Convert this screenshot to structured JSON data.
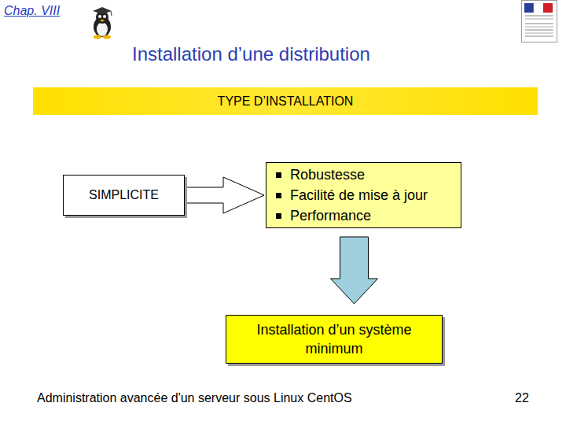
{
  "diagram": {
    "title": "Installation d’une distribution",
    "nodes": [
      {
        "text": [
          "TYPE D’INSTALLATION"
        ]
      },
      {
        "text": [
          "SIMPLICITE"
        ]
      },
      {
        "text": [
          "Robustesse",
          "Facilité de mise à jour",
          "Performance"
        ]
      },
      {
        "text": [
          "Installation d’un système minimum"
        ]
      }
    ],
    "edges": [
      {
        "from": 1,
        "to": 2,
        "arrow": "to"
      },
      {
        "from": 2,
        "to": 3,
        "arrow": "to"
      }
    ],
    "labels": [
      "Chap. VIII",
      "Administration avancée d'un serveur sous Linux CentOS",
      "22"
    ]
  }
}
